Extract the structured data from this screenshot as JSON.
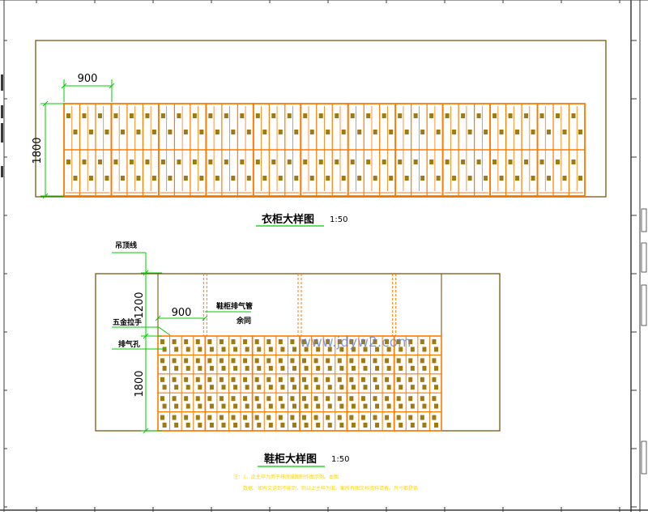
{
  "colors": {
    "outline": "#6b4a00",
    "cabinet": "#ff7a00",
    "fill": "#a07a10",
    "dimension": "#00cc00",
    "label": "#000000",
    "note": "#ffd400",
    "watermark": "#5e7fd6",
    "border": "#3a3a3a"
  },
  "wardrobe": {
    "title": "衣柜大样图",
    "scale": "1:50",
    "dim_width": "900",
    "dim_height": "1800",
    "units": 11
  },
  "shoe": {
    "title": "鞋柜大样图",
    "scale": "1:50",
    "dim_width": "900",
    "dim_upper": "1200",
    "dim_lower": "1800",
    "units": 6,
    "labels": {
      "ceiling_line": "吊顶线",
      "handle": "五金拉手",
      "vent_hole": "排气孔",
      "vent_pipe": "鞋柜排气管",
      "same": "余同"
    }
  },
  "note": {
    "line1": "注：1、此主样为用于排房描图制作图示例。本图",
    "line2": "数据、如有文说到不能到，则以上主样为准。衡所有图文档资料请备。尺寸都是依"
  },
  "watermark": "www.jdyw2.com"
}
